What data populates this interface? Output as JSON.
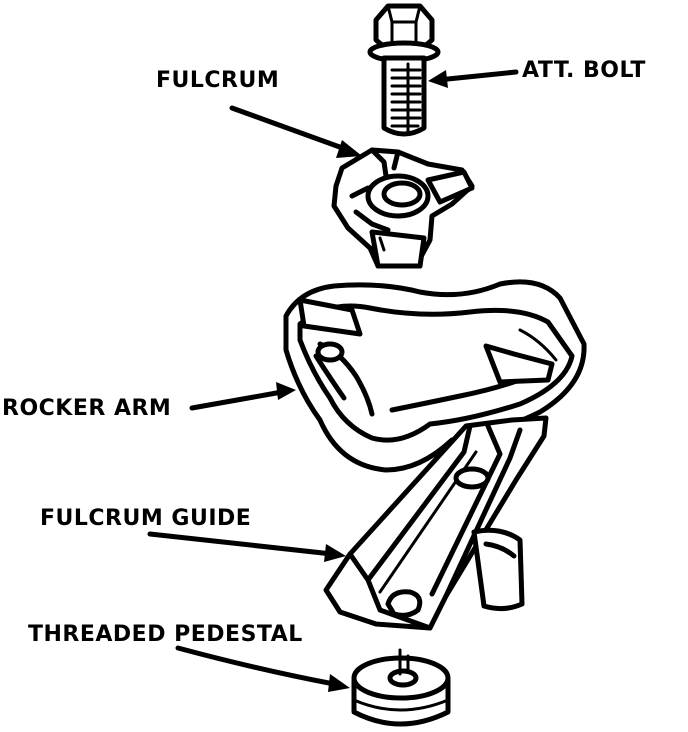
{
  "labels": {
    "att_bolt": "ATT. BOLT",
    "fulcrum": "FULCRUM",
    "rocker_arm": "ROCKER ARM",
    "fulcrum_guide": "FULCRUM GUIDE",
    "threaded_pedestal": "THREADED PEDESTAL"
  },
  "colors": {
    "ink": "#000000",
    "paper": "#ffffff"
  }
}
